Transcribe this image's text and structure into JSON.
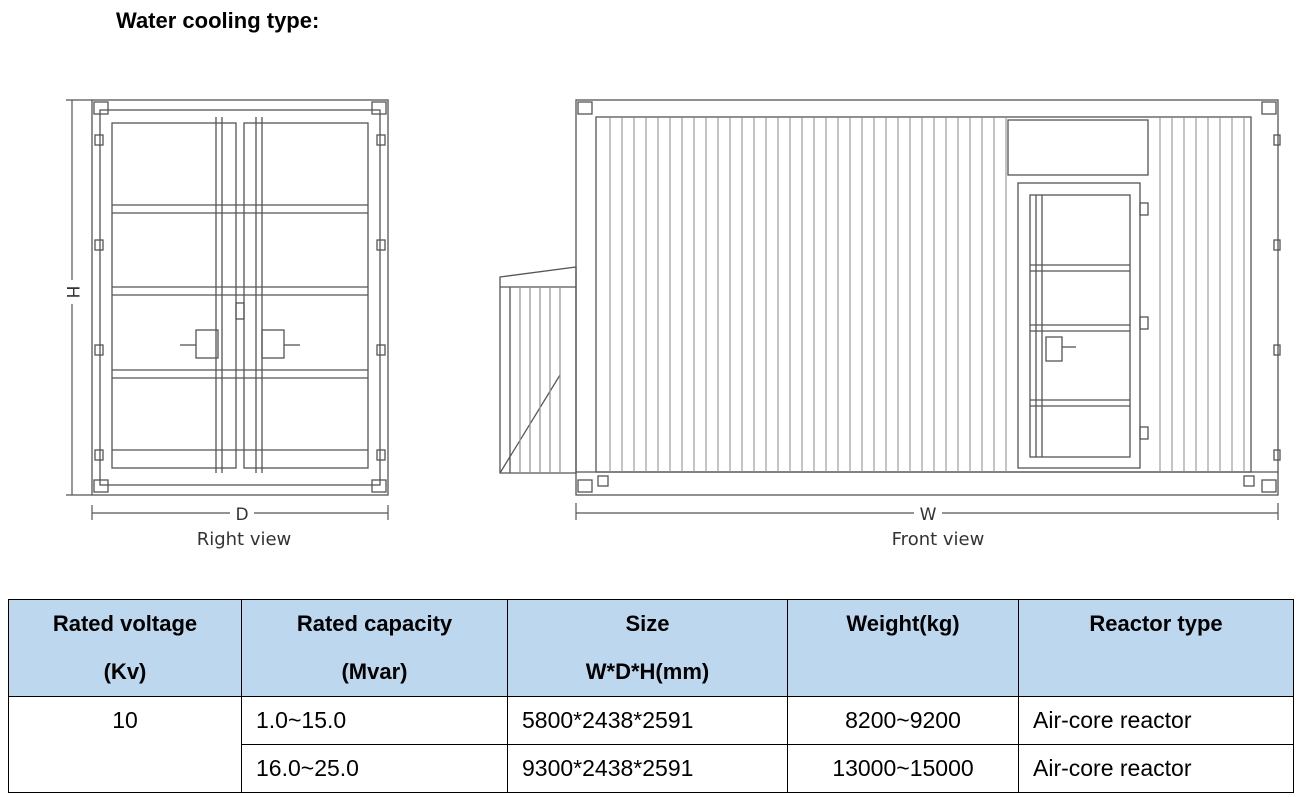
{
  "title": "Water cooling type:",
  "drawings": {
    "right_view": {
      "label": "Right view",
      "width_dim": "D",
      "height_dim": "H"
    },
    "front_view": {
      "label": "Front view",
      "width_dim": "W"
    }
  },
  "table": {
    "headers": [
      {
        "line1": "Rated voltage",
        "line2": "(Kv)"
      },
      {
        "line1": "Rated capacity",
        "line2": "(Mvar)"
      },
      {
        "line1": "Size",
        "line2": "W*D*H(mm)"
      },
      {
        "line1": "Weight(kg)",
        "line2": ""
      },
      {
        "line1": "Reactor type",
        "line2": ""
      }
    ],
    "voltage": "10",
    "rows": [
      {
        "capacity": "1.0~15.0",
        "size": "5800*2438*2591",
        "weight": "8200~9200",
        "reactor": "Air-core reactor"
      },
      {
        "capacity": "16.0~25.0",
        "size": "9300*2438*2591",
        "weight": "13000~15000",
        "reactor": "Air-core reactor"
      }
    ]
  },
  "colors": {
    "header_bg": "#bdd7ee",
    "line": "#555555"
  }
}
